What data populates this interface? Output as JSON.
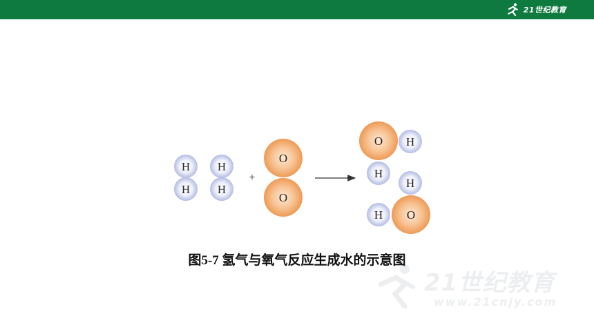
{
  "brand": {
    "logo_text": "21世纪教育",
    "watermark_text": "21世纪教育",
    "watermark_url": "www.21cnjy.com"
  },
  "diagram": {
    "operators": {
      "plus": "+"
    },
    "hydrogen_label": "H",
    "oxygen_label": "O",
    "colors": {
      "hydrogen_fill": "#c5cbe8",
      "oxygen_fill": "#f0a76a",
      "arrow": "#333333",
      "header_bar": "#0f7a3f"
    },
    "reactants": {
      "h2_molecules": [
        "H",
        "H",
        "H",
        "H"
      ],
      "o2_molecule": [
        "O",
        "O"
      ]
    },
    "products": {
      "water_1": [
        "O",
        "H",
        "H"
      ],
      "water_2": [
        "H",
        "H",
        "O"
      ]
    }
  },
  "caption": "图5-7  氢气与氧气反应生成水的示意图"
}
